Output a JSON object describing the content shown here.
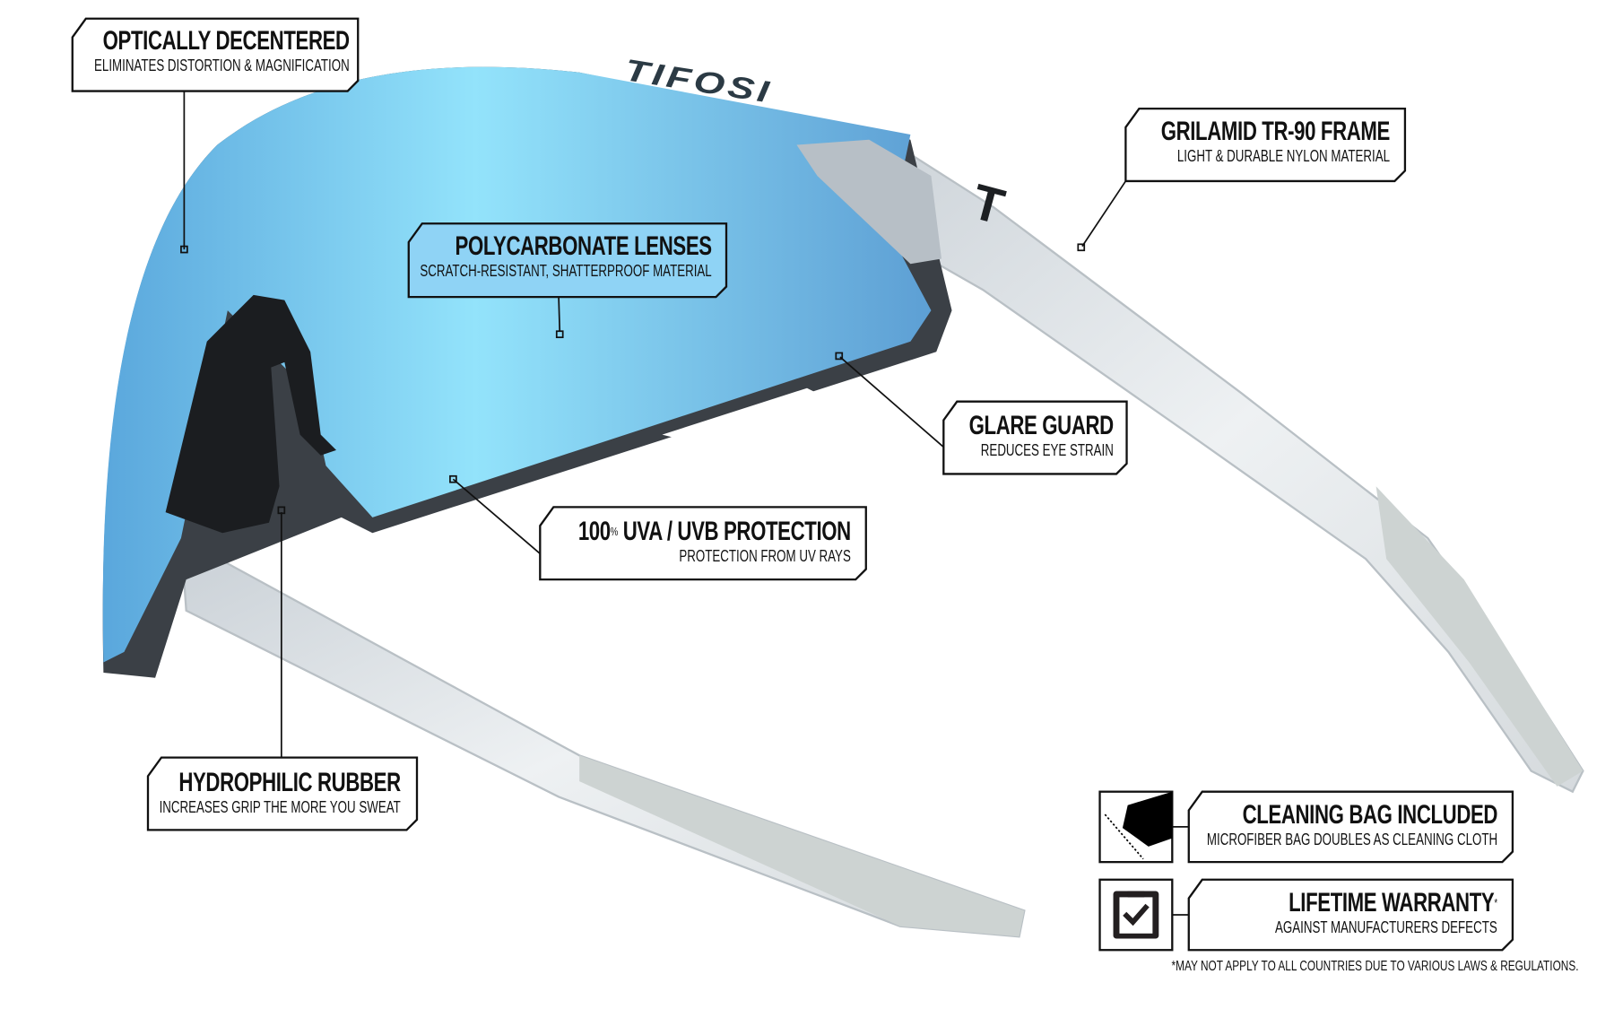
{
  "brand": "TIFOSI",
  "callouts": [
    {
      "title": "OPTICALLY DECENTERED",
      "subtitle": "ELIMINATES DISTORTION & MAGNIFICATION"
    },
    {
      "title": "POLYCARBONATE LENSES",
      "subtitle": "SCRATCH-RESISTANT, SHATTERPROOF MATERIAL"
    },
    {
      "title": "GRILAMID TR-90 FRAME",
      "subtitle": "LIGHT & DURABLE NYLON MATERIAL"
    },
    {
      "title": "GLARE GUARD",
      "subtitle": "REDUCES EYE STRAIN"
    },
    {
      "title": "UVA / UVB PROTECTION",
      "title_prefix": "100",
      "title_sup": "%",
      "subtitle": "PROTECTION FROM UV RAYS"
    },
    {
      "title": "HYDROPHILIC RUBBER",
      "subtitle": "INCREASES GRIP THE MORE YOU SWEAT"
    },
    {
      "title": "CLEANING BAG INCLUDED",
      "subtitle": "MICROFIBER BAG DOUBLES AS CLEANING CLOTH",
      "icon": "cleaning-bag-icon"
    },
    {
      "title": "LIFETIME WARRANTY",
      "title_sup": "*",
      "subtitle": "AGAINST MANUFACTURERS DEFECTS",
      "icon": "clipboard-check-icon"
    }
  ],
  "disclaimer": "*MAY NOT APPLY TO ALL COUNTRIES DUE TO VARIOUS LAWS & REGULATIONS.",
  "colors": {
    "lens": "#7fcdf5",
    "lens_dark": "#4f9fd6",
    "frame": "#dfe3e6",
    "ink": "#111111"
  }
}
